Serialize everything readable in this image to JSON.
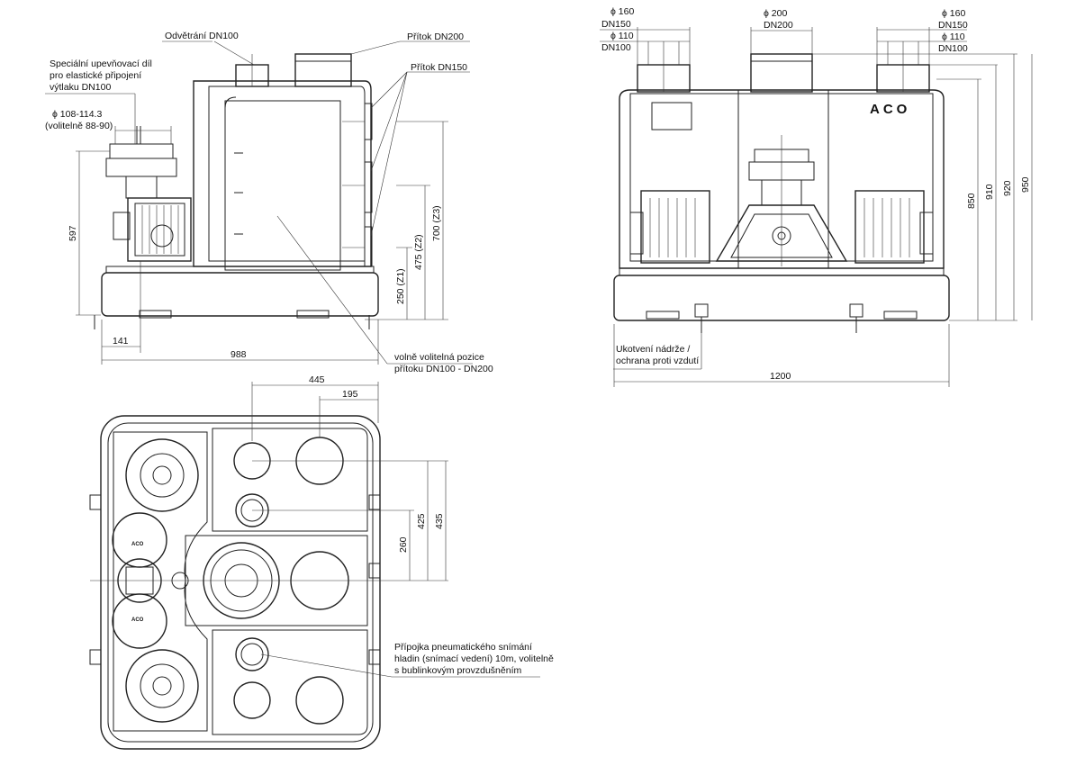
{
  "side_view": {
    "label_vent": "Odvětrání DN100",
    "label_inlet_dn200": "Přítok DN200",
    "label_inlet_dn150": "Přítok DN150",
    "label_adapter_line1": "Speciální upevňovací díl",
    "label_adapter_line2": "pro elastické připojení",
    "label_adapter_line3": "výtlaku DN100",
    "label_diameter_line1": "ϕ  108-114.3",
    "label_diameter_line2": "(volitelně 88-90)",
    "dim_height": "597",
    "dim_offset": "141",
    "dim_length": "988",
    "dim_z1": "250  (Z1)",
    "dim_z2": "475  (Z2)",
    "dim_z3": "700  (Z3)",
    "label_free_line1": "volně volitelná pozice",
    "label_free_line2": "přítoku DN100 - DN200"
  },
  "front_view": {
    "left_dia_160": "ϕ  160",
    "left_dn150": "DN150",
    "left_dia_110": "ϕ  110",
    "left_dn100": "DN100",
    "center_dia_200": "ϕ  200",
    "center_dn200": "DN200",
    "right_dia_160": "ϕ  160",
    "right_dn150": "DN150",
    "right_dia_110": "ϕ  110",
    "right_dn100": "DN100",
    "logo": "ACO",
    "dim_850": "850",
    "dim_910": "910",
    "dim_920": "920",
    "dim_950": "950",
    "label_anchor_line1": "Ukotvení nádrže /",
    "label_anchor_line2": "ochrana proti vzdutí",
    "dim_width": "1200"
  },
  "top_view": {
    "dim_445": "445",
    "dim_195": "195",
    "dim_260": "260",
    "dim_425": "425",
    "dim_435": "435",
    "logo_small": "ACO",
    "label_pneu_line1": "Přípojka pneumatického snímání",
    "label_pneu_line2": "hladin (snímací vedení) 10m, volitelně",
    "label_pneu_line3": "s bublinkovým provzdušněním"
  }
}
